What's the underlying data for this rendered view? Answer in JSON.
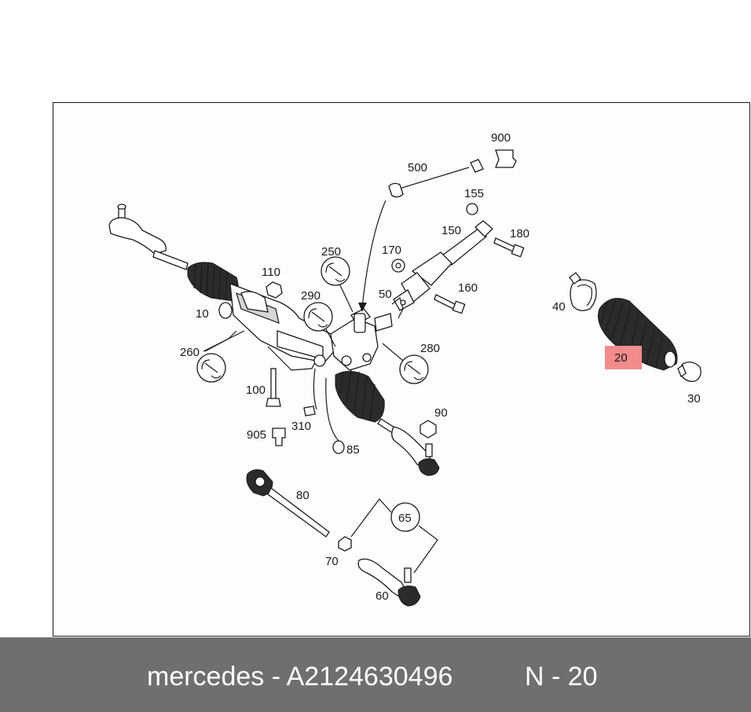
{
  "caption": {
    "brand_and_part": "mercedes - A2124630496",
    "reference": "N - 20"
  },
  "highlight_color": "#f28b8b",
  "callouts": {
    "c900": "900",
    "c500": "500",
    "c155": "155",
    "c150": "150",
    "c180": "180",
    "c170": "170",
    "c250": "250",
    "c110": "110",
    "c290": "290",
    "c50": "50",
    "c160": "160",
    "c10": "10",
    "c280": "280",
    "c260": "260",
    "c100": "100",
    "c90": "90",
    "c310": "310",
    "c905": "905",
    "c85": "85",
    "c80": "80",
    "c65": "65",
    "c70": "70",
    "c60": "60",
    "c40": "40",
    "c20": "20",
    "c30": "30"
  }
}
